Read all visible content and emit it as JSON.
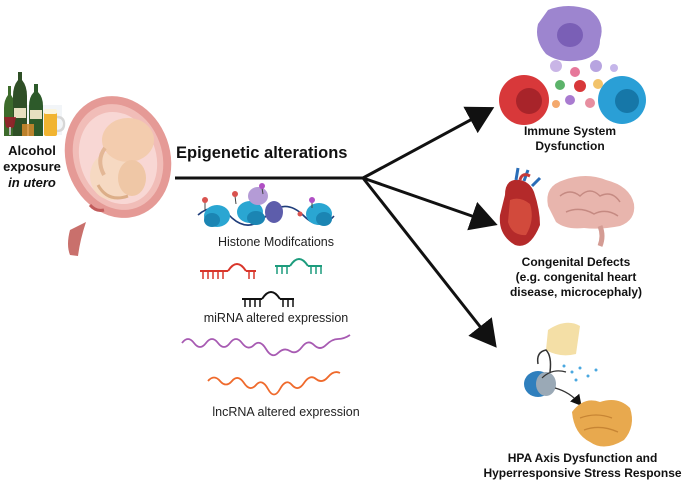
{
  "exposure": {
    "line1": "Alcohol",
    "line2": "exposure",
    "line3": "in utero"
  },
  "mechanism": {
    "title": "Epigenetic alterations",
    "items": [
      {
        "label": "Histone Modifcations"
      },
      {
        "label": "miRNA altered expression"
      },
      {
        "label": "lncRNA altered expression"
      }
    ]
  },
  "outcomes": [
    {
      "lines": [
        "Immune System",
        "Dysfunction"
      ]
    },
    {
      "lines": [
        "Congenital Defects",
        "(e.g. congenital heart",
        "disease, microcephaly)"
      ]
    },
    {
      "lines": [
        "HPA Axis Dysfunction and",
        "Hyperresponsive Stress Response"
      ]
    }
  ],
  "colors": {
    "arrow": "#111111",
    "uterus": "#e59a96",
    "fetus": "#f6d9c2",
    "nucleosome": "#29a3cf",
    "mirna_red": "#d9362b",
    "mirna_green": "#1d9c7d",
    "mirna_black": "#111111",
    "lncrna_purple": "#a75ab2",
    "lncrna_orange": "#ef6a2c",
    "immune_red": "#d8383a",
    "immune_blue": "#2a9fd6",
    "macrophage": "#9278c9",
    "heart": "#b42a2a",
    "brain": "#e8b5ad",
    "adrenal": "#e8a94e"
  },
  "icons": [
    "alcohol-bottles-icon",
    "pregnant-uterus-icon",
    "nucleosome-icon",
    "mirna-hairpin-icon",
    "lncrna-strand-icon",
    "immune-cells-icon",
    "heart-icon",
    "brain-icon",
    "hpa-axis-icon"
  ]
}
